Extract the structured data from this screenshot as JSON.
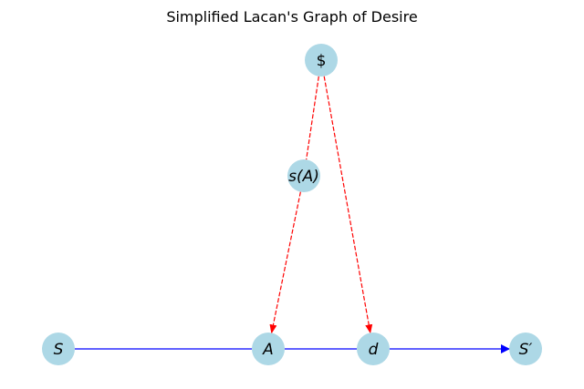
{
  "title": "Simplified Lacan's Graph of Desire",
  "colors": {
    "node_fill": "#add8e6",
    "solid_edge": "#0000ff",
    "dashed_edge": "#ff0000",
    "background": "#ffffff"
  },
  "nodes": [
    {
      "id": "S",
      "label": "S"
    },
    {
      "id": "A",
      "label": "A"
    },
    {
      "id": "d",
      "label": "d"
    },
    {
      "id": "Sprime",
      "label": "S′"
    },
    {
      "id": "sA",
      "label": "s(A)"
    },
    {
      "id": "barS",
      "label": "$"
    }
  ],
  "edges": [
    {
      "from": "S",
      "to": "A",
      "style": "solid",
      "arrow": false
    },
    {
      "from": "A",
      "to": "d",
      "style": "solid",
      "arrow": false
    },
    {
      "from": "d",
      "to": "Sprime",
      "style": "solid",
      "arrow": true
    },
    {
      "from": "barS",
      "to": "sA",
      "style": "dashed",
      "arrow": false
    },
    {
      "from": "sA",
      "to": "A",
      "style": "dashed",
      "arrow": true
    },
    {
      "from": "barS",
      "to": "d",
      "style": "dashed",
      "arrow": true
    }
  ]
}
